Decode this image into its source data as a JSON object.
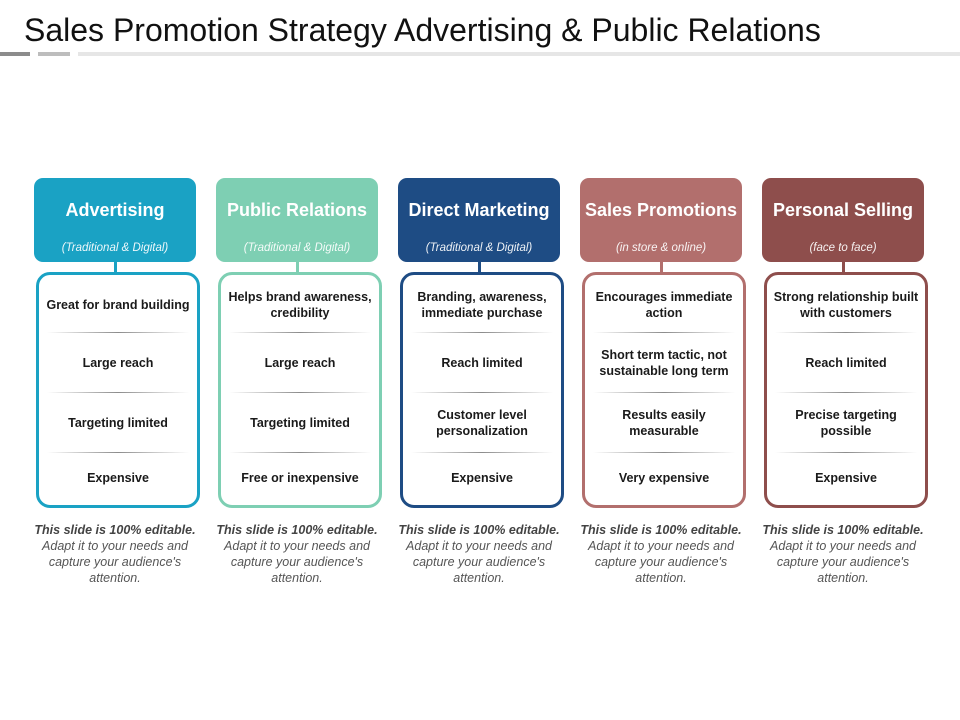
{
  "title": "Sales Promotion Strategy Advertising & Public Relations",
  "columns": [
    {
      "title": "Advertising",
      "subtitle": "(Traditional & Digital)",
      "color": "#1aa2c4",
      "items": [
        "Great for brand building",
        "Large reach",
        "Targeting limited",
        "Expensive"
      ],
      "note_bold": "This slide is 100% editable.",
      "note_text": "Adapt it to your needs and capture your audience's attention."
    },
    {
      "title": "Public Relations",
      "subtitle": "(Traditional & Digital)",
      "color": "#7ecfb3",
      "items": [
        "Helps brand awareness, credibility",
        "Large reach",
        "Targeting limited",
        "Free or inexpensive"
      ],
      "note_bold": "This slide is 100% editable.",
      "note_text": "Adapt it to your needs and capture your audience's attention."
    },
    {
      "title": "Direct Marketing",
      "subtitle": "(Traditional & Digital)",
      "color": "#1e4c84",
      "items": [
        "Branding, awareness, immediate purchase",
        "Reach limited",
        "Customer level personalization",
        "Expensive"
      ],
      "note_bold": "This slide is 100% editable.",
      "note_text": "Adapt it to your needs and capture your audience's attention."
    },
    {
      "title": "Sales Promotions",
      "subtitle": "(in store & online)",
      "color": "#b26f6d",
      "items": [
        "Encourages immediate action",
        "Short term tactic, not sustainable long term",
        "Results easily measurable",
        "Very expensive"
      ],
      "note_bold": "This slide is 100% editable.",
      "note_text": "Adapt it to your needs and capture your audience's attention."
    },
    {
      "title": "Personal Selling",
      "subtitle": "(face to face)",
      "color": "#8e4e4c",
      "items": [
        "Strong relationship built with customers",
        "Reach limited",
        "Precise targeting possible",
        "Expensive"
      ],
      "note_bold": "This slide is 100% editable.",
      "note_text": "Adapt it to your needs and capture your audience's attention."
    }
  ]
}
